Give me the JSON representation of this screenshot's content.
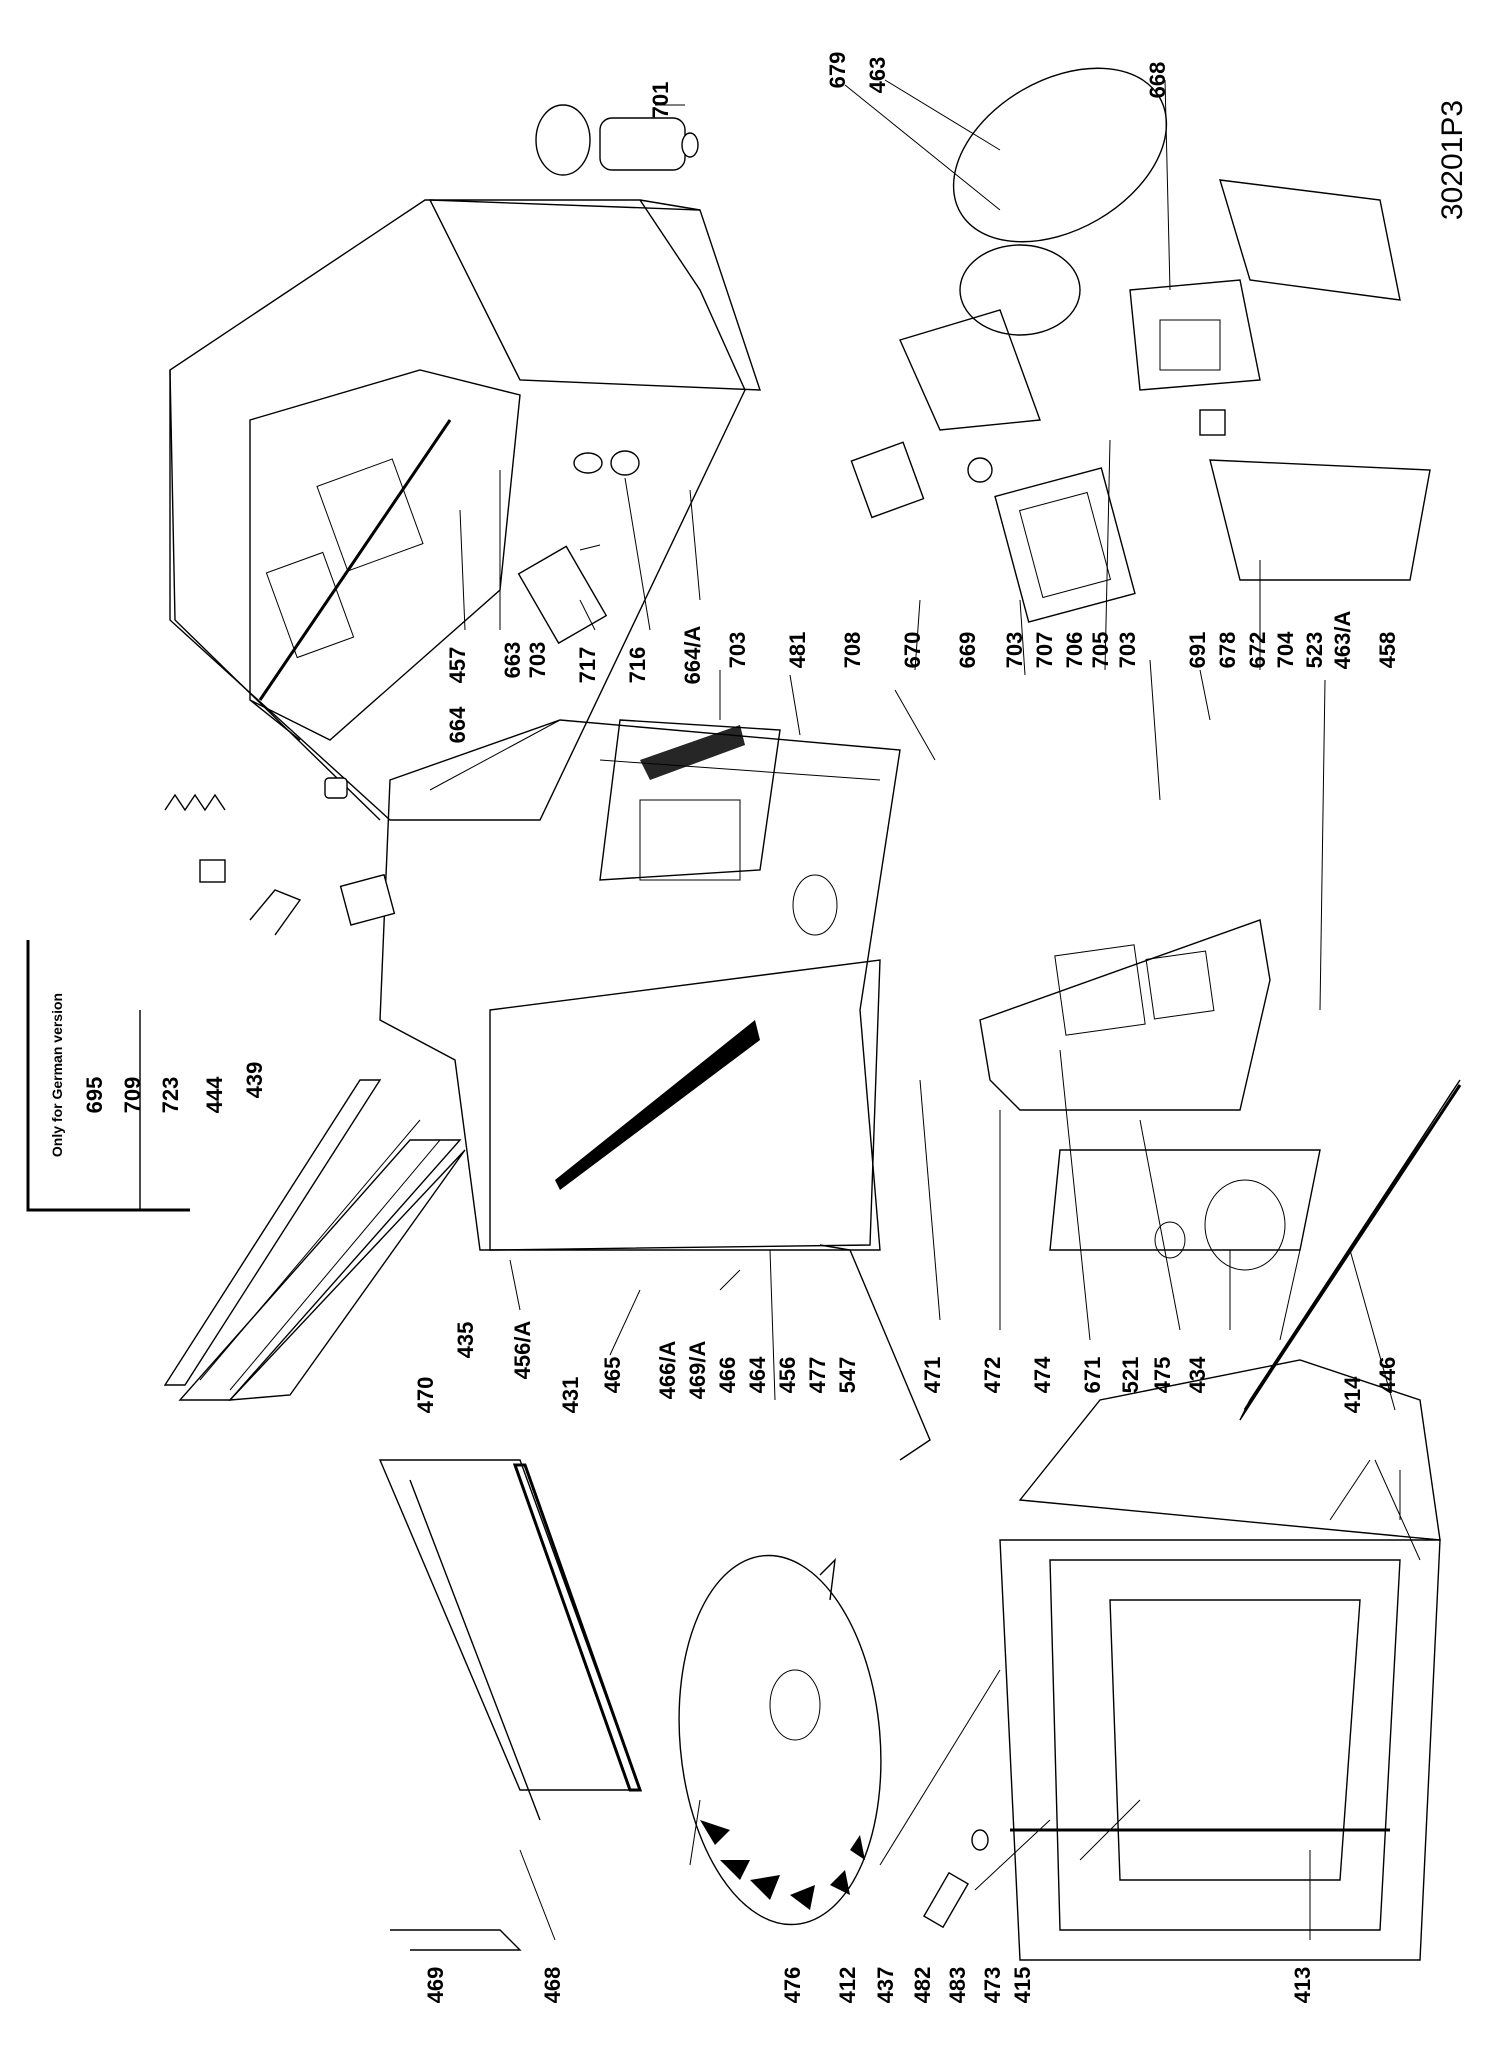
{
  "drawing": {
    "code": "30201P3",
    "note": "Only for German version"
  },
  "parts": [
    "701",
    "679",
    "463",
    "668",
    "457",
    "664",
    "663",
    "703",
    "717",
    "716",
    "664/A",
    "703",
    "481",
    "708",
    "670",
    "669",
    "703",
    "707",
    "706",
    "705",
    "703",
    "691",
    "678",
    "672",
    "704",
    "523",
    "463/A",
    "458",
    "695",
    "709",
    "723",
    "444",
    "439",
    "435",
    "456/A",
    "465",
    "466/A",
    "469/A",
    "466",
    "464",
    "456",
    "477",
    "547",
    "471",
    "472",
    "474",
    "671",
    "521",
    "475",
    "434",
    "446",
    "414",
    "470",
    "431",
    "469",
    "468",
    "476",
    "412",
    "437",
    "482",
    "483",
    "473",
    "415",
    "413"
  ]
}
